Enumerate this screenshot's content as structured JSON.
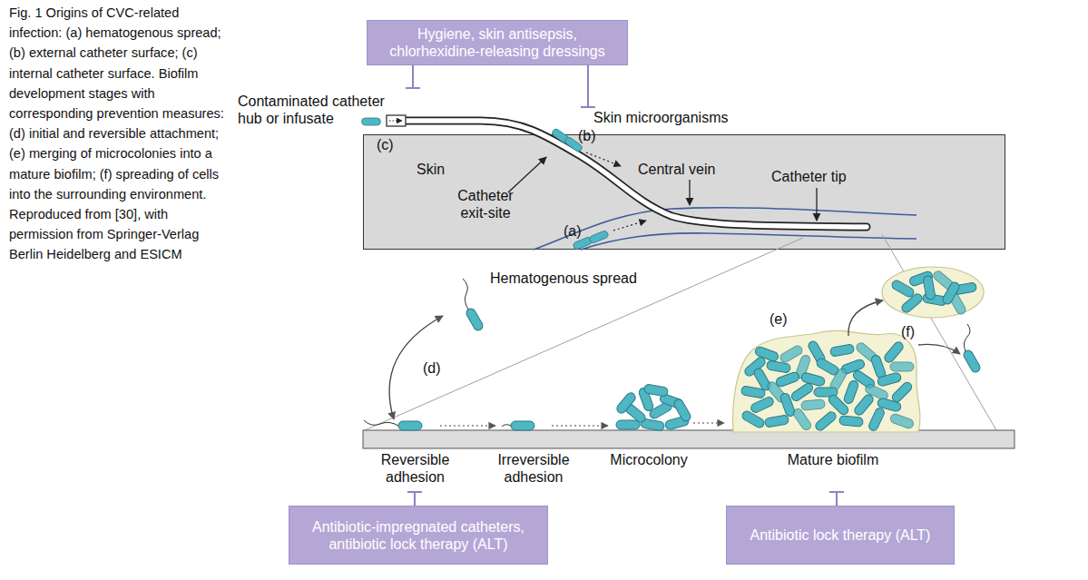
{
  "diagram": {
    "caption": "Fig. 1 Origins of CVC-related infection: (a) hematogenous spread; (b) external catheter surface; (c) internal catheter surface. Biofilm development stages with corresponding prevention measures: (d) initial and reversible attachment; (e) merging of microcolonies into a mature biofilm; (f) spreading of cells into the surrounding environment. Reproduced from [30], with permission from Springer-Verlag Berlin Heidelberg and ESICM",
    "nodes": [
      {
        "text": [
          "Hygiene, skin antisepsis, chlorhexidine-releasing dressings"
        ]
      },
      {
        "text": [
          "Skin"
        ]
      },
      {
        "text": [
          "Antibiotic-impregnated catheters, antibiotic lock therapy (ALT)"
        ]
      },
      {
        "text": [
          "Antibiotic lock therapy (ALT)"
        ]
      }
    ],
    "labels": [
      "Contaminated catheter hub or infusate",
      "(c)",
      "Skin microorganisms",
      "(b)",
      "Catheter exit-site",
      "Central vein",
      "Catheter tip",
      "(a)",
      "Hematogenous spread",
      "(d)",
      "(e)",
      "(f)",
      "Reversible adhesion",
      "Irreversible adhesion",
      "Microcolony",
      "Mature biofilm"
    ]
  }
}
